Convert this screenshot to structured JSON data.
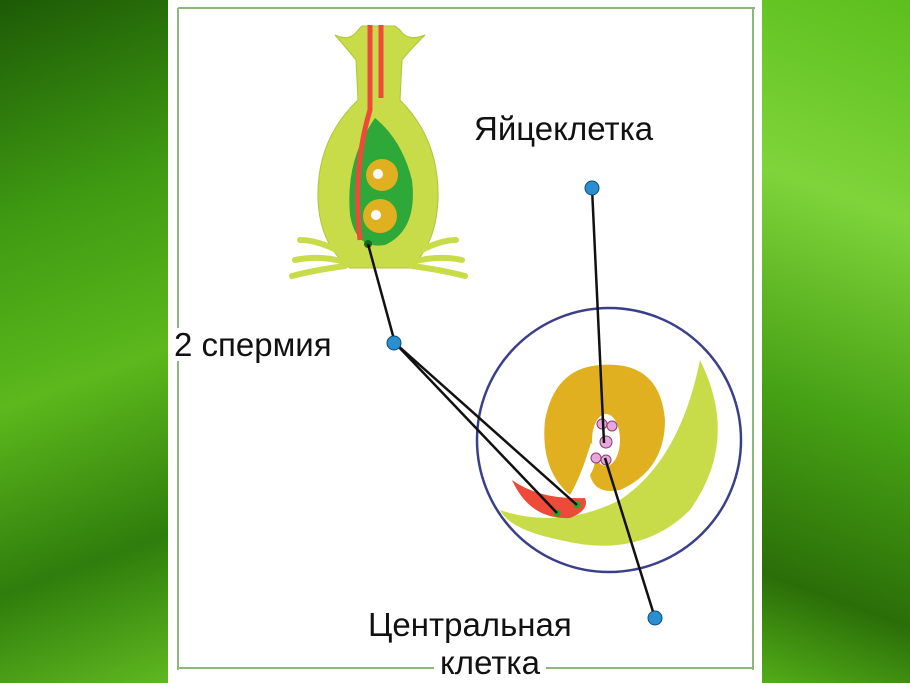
{
  "labels": {
    "egg_cell": "Яйцеклетка",
    "sperm": "2 спермия",
    "central_cell_line1": "Центральная",
    "central_cell_line2": "клетка"
  },
  "colors": {
    "pistil": "#c8dc4a",
    "ovule_cavity": "#2fa83a",
    "pollen_tube": "#ee4a3a",
    "ovule": "#e0b020",
    "pointer_dot": "#2a8fd0",
    "circle": "#3a3f8a"
  }
}
